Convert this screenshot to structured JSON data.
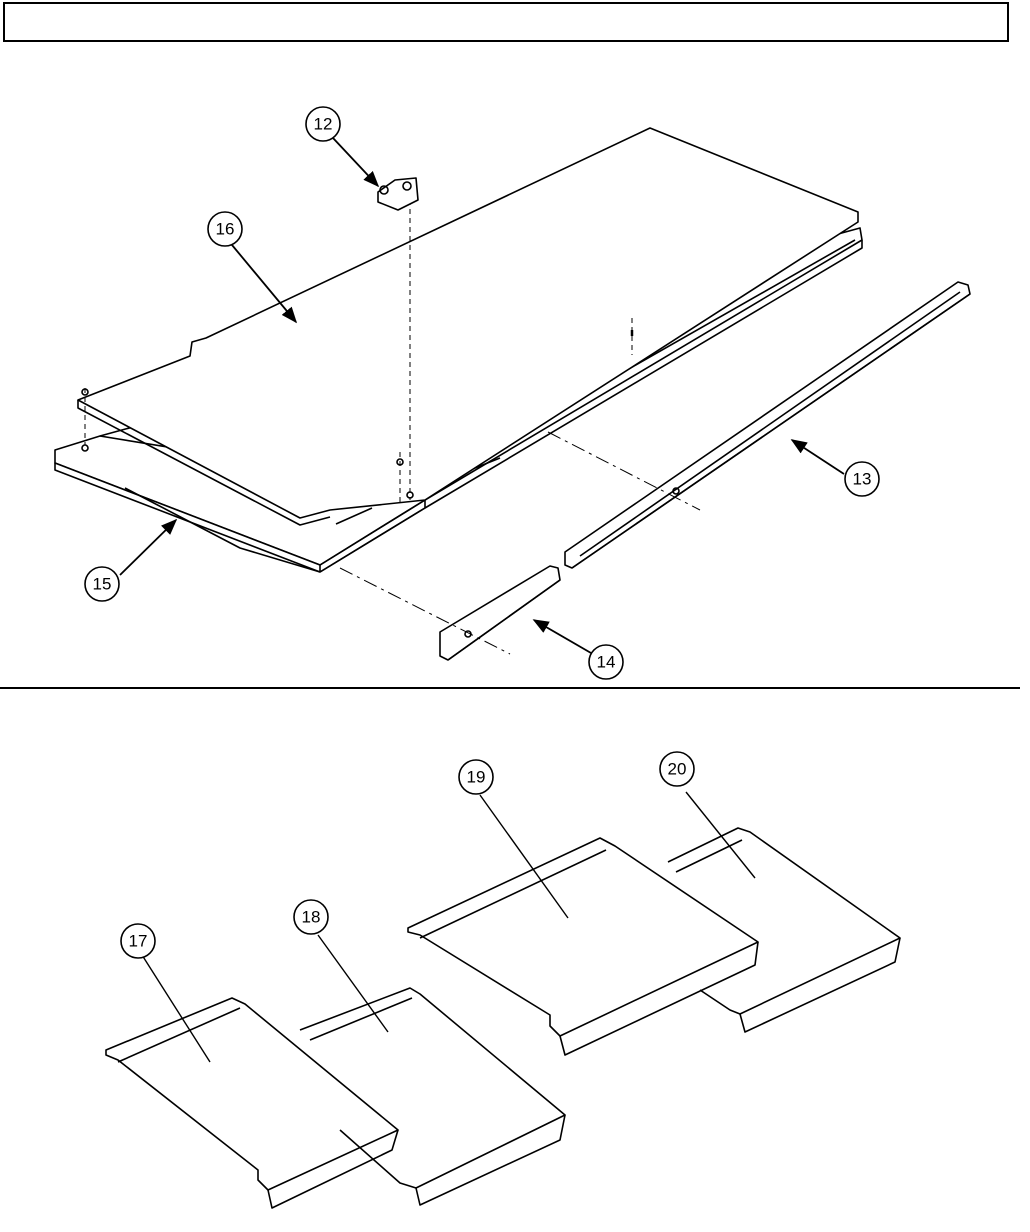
{
  "header": {
    "title": ""
  },
  "callouts": {
    "c12": "12",
    "c13": "13",
    "c14": "14",
    "c15": "15",
    "c16": "16",
    "c17": "17",
    "c18": "18",
    "c19": "19",
    "c20": "20"
  },
  "colors": {
    "line": "#000000",
    "background": "#ffffff"
  }
}
